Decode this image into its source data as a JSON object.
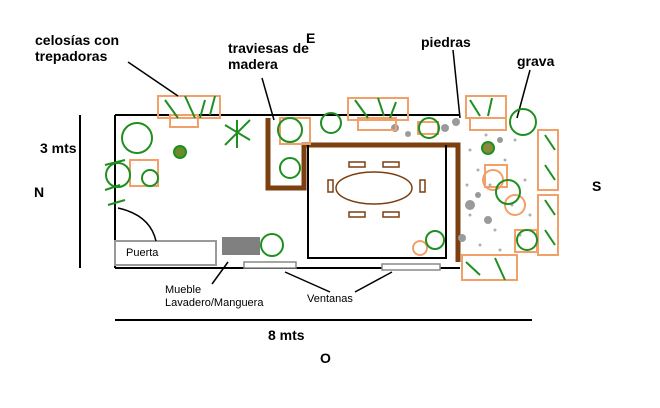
{
  "labels": {
    "trellis": "celosías con trepadoras",
    "sleepers": "traviesas de madera",
    "north_east": "E",
    "stones": "piedras",
    "gravel": "grava",
    "height_dim": "3 mts",
    "north": "N",
    "south": "S",
    "door": "Puerta",
    "furniture": "Mueble Lavadero/Manguera",
    "windows": "Ventanas",
    "width_dim": "8 mts",
    "west": "O"
  },
  "colors": {
    "wall": "#000000",
    "wood": "#7b3f10",
    "plant_green": "#1f8f1f",
    "pot_orange": "#f2a06a",
    "stone_gray": "#9a9a9a",
    "furniture_gray": "#808080"
  }
}
